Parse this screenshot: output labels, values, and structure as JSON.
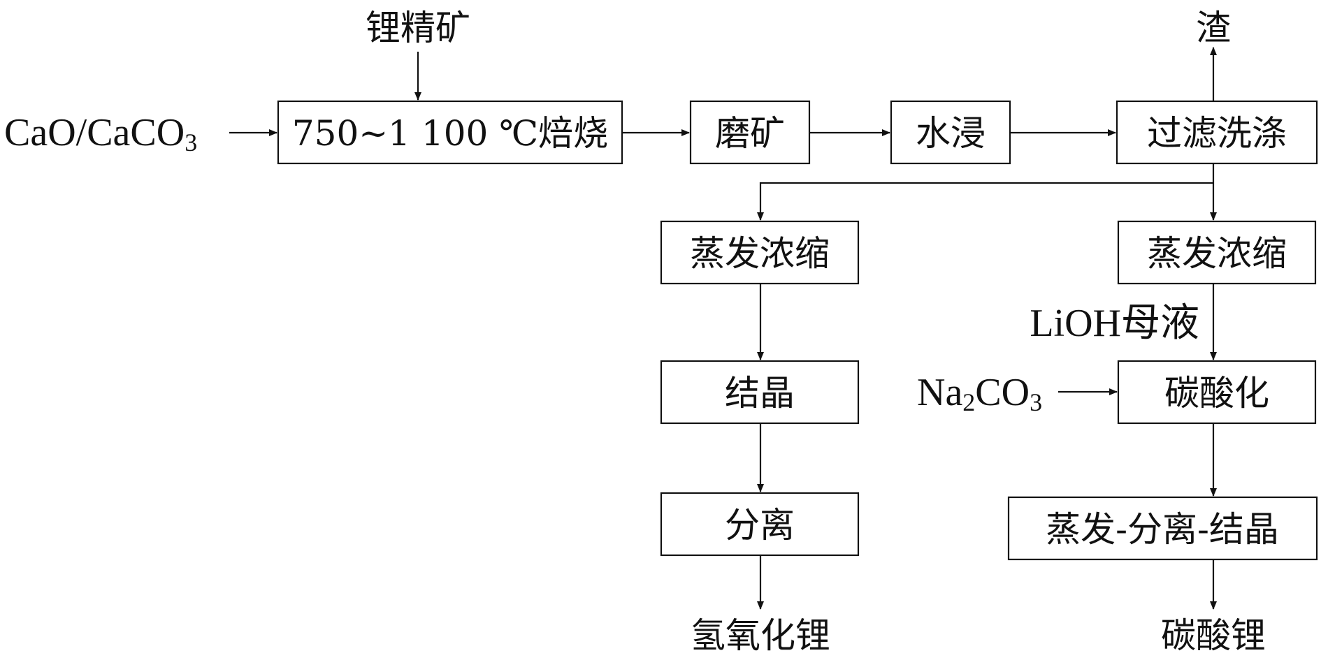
{
  "inputs": {
    "ore": "锂精矿",
    "additive": "CaO/CaCO",
    "additive_sub": "3",
    "na2co3_a": "Na",
    "na2co3_sub1": "2",
    "na2co3_b": "CO",
    "na2co3_sub2": "3",
    "mother_liquor": "LiOH母液"
  },
  "steps": {
    "roast": "750~1 100 ℃焙烧",
    "grind": "磨矿",
    "leach": "水浸",
    "filter": "过滤洗涤",
    "evap_left": "蒸发浓缩",
    "crystallize": "结晶",
    "separate": "分离",
    "evap_right": "蒸发浓缩",
    "carbonation": "碳酸化",
    "evap_sep_cryst": "蒸发-分离-结晶"
  },
  "outputs": {
    "residue": "渣",
    "lioh": "氢氧化锂",
    "li2co3": "碳酸锂"
  }
}
